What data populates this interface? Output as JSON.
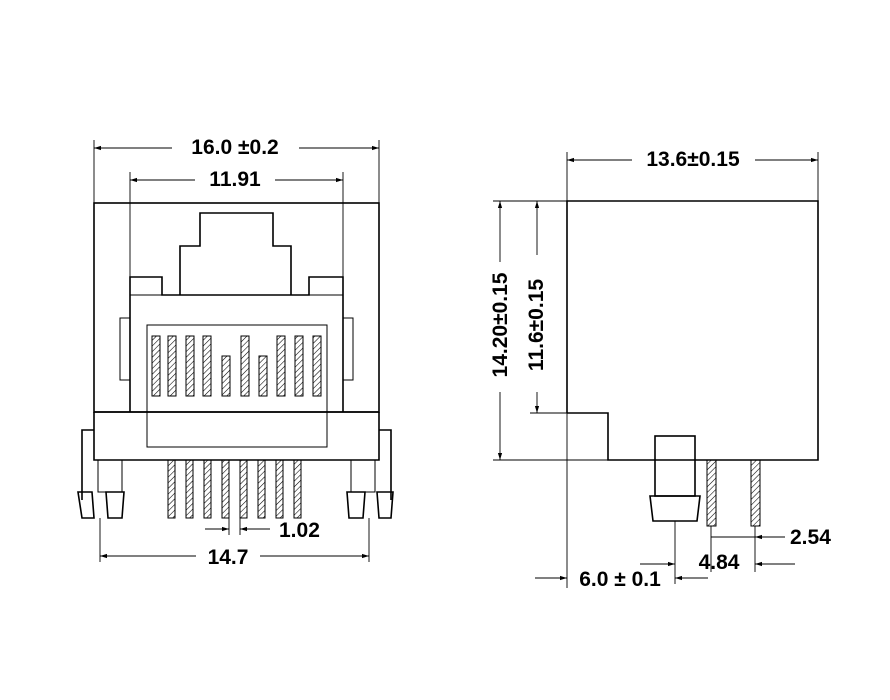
{
  "front_view": {
    "overall_width": "16.0 ±0.2",
    "opening_width": "11.91",
    "pin_pitch": "1.02",
    "mount_span": "14.7"
  },
  "side_view": {
    "depth": "13.6±0.15",
    "total_height": "14.20±0.15",
    "body_height": "11.6±0.15",
    "row_spacing": "2.54",
    "post_to_pin": "4.84",
    "post_offset": "6.0 ± 0.1"
  }
}
